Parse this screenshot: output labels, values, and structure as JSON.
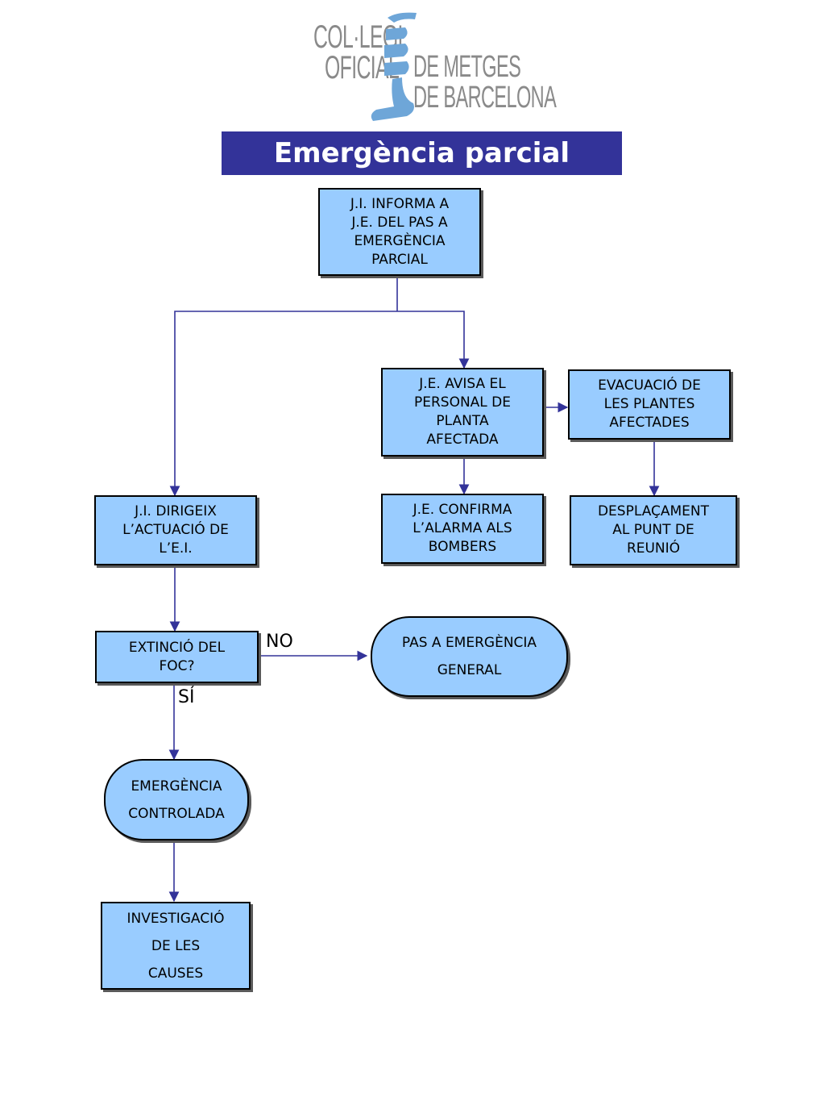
{
  "logo": {
    "line1": "COL·LEGI",
    "line2": "OFICIAL",
    "line3": "DE METGES",
    "line4": "DE BARCELONA"
  },
  "title": "Emergència parcial",
  "nodes": {
    "ji_informa": "J.I. INFORMA A\nJ.E. DEL PAS A\nEMERGÈNCIA\nPARCIAL",
    "je_avisa": "J.E. AVISA EL\nPERSONAL DE\nPLANTA\nAFECTADA",
    "evacuacio": "EVACUACIÓ DE\nLES PLANTES\nAFECTADES",
    "ji_dirigeix": "J.I. DIRIGEIX\nL’ACTUACIÓ DE\nL’E.I.",
    "je_confirma": "J.E. CONFIRMA\nL’ALARMA ALS\nBOMBERS",
    "desplacament": "DESPLAÇAMENT\nAL PUNT DE\nREUNIÓ",
    "extincio": "EXTINCIÓ DEL\nFOC?",
    "pas_general": "PAS A EMERGÈNCIA\nGENERAL",
    "controlada": "EMERGÈNCIA\nCONTROLADA",
    "investigacio": "INVESTIGACIÓ\nDE LES\nCAUSES"
  },
  "labels": {
    "no": "NO",
    "si": "SÍ"
  },
  "colors": {
    "banner": "#333399",
    "box_fill": "#99ccff",
    "connector": "#333399",
    "logo_blue": "#6ea6d8",
    "logo_gray": "#8a8a8a"
  }
}
